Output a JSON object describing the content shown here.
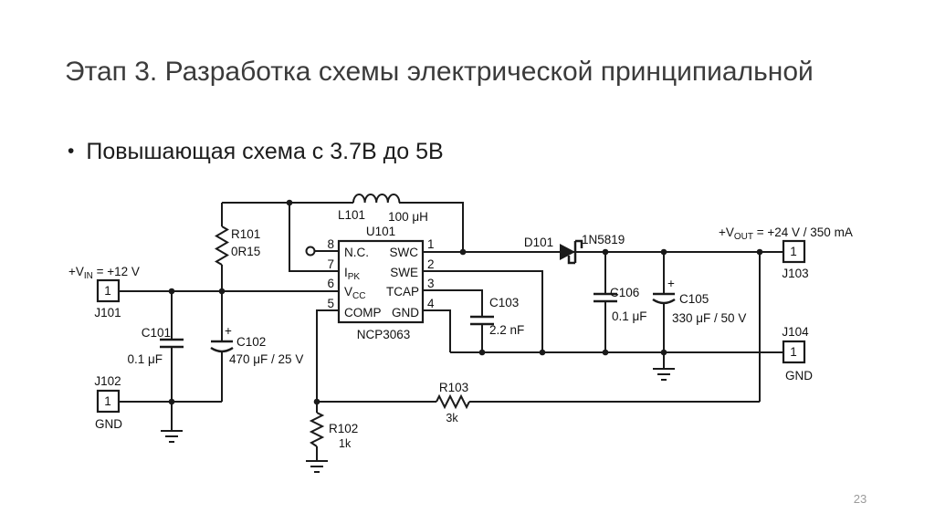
{
  "slide": {
    "title": "Этап 3. Разработка схемы электрической принципиальной",
    "bullet_glyph": "•",
    "bullet": "Повышающая схема с 3.7В до 5В",
    "page_number": "23"
  },
  "schematic": {
    "colors": {
      "line": "#1a1a1a",
      "text": "#111111"
    },
    "vin_label": {
      "prefix": "+V",
      "sub": "IN",
      "suffix": " = +12 V"
    },
    "vout_label": {
      "prefix": "+V",
      "sub": "OUT",
      "suffix": " = +24 V / 350 mA"
    },
    "inductor": {
      "ref": "L101",
      "value": "100 μH"
    },
    "ic": {
      "ref": "U101",
      "part": "NCP3063",
      "pins": {
        "p8": {
          "num": "8",
          "name": "N.C."
        },
        "p7": {
          "num": "7",
          "name": "I",
          "name_sub": "PK"
        },
        "p6": {
          "num": "6",
          "name": "V",
          "name_sub": "CC"
        },
        "p5": {
          "num": "5",
          "name": "COMP"
        },
        "p1": {
          "num": "1",
          "name": "SWC"
        },
        "p2": {
          "num": "2",
          "name": "SWE"
        },
        "p3": {
          "num": "3",
          "name": "TCAP"
        },
        "p4": {
          "num": "4",
          "name": "GND"
        }
      }
    },
    "resistors": {
      "r101": {
        "ref": "R101",
        "value": "0R15"
      },
      "r102": {
        "ref": "R102",
        "value": "1k"
      },
      "r103": {
        "ref": "R103",
        "value": "3k"
      }
    },
    "capacitors": {
      "c101": {
        "ref": "C101",
        "value": "0.1 μF"
      },
      "c102": {
        "ref": "C102",
        "value": "470 μF / 25 V",
        "polarity": "+"
      },
      "c103": {
        "ref": "C103",
        "value": "2.2 nF"
      },
      "c105": {
        "ref": "C105",
        "value": "330 μF / 50 V",
        "polarity": "+"
      },
      "c106": {
        "ref": "C106",
        "value": "0.1 μF"
      }
    },
    "diode": {
      "ref": "D101",
      "part": "1N5819"
    },
    "connectors": {
      "j101": {
        "ref": "J101",
        "pin": "1"
      },
      "j102": {
        "ref": "J102",
        "pin": "1",
        "label": "GND"
      },
      "j103": {
        "ref": "J103",
        "pin": "1"
      },
      "j104": {
        "ref": "J104",
        "pin": "1",
        "label": "GND"
      }
    }
  }
}
